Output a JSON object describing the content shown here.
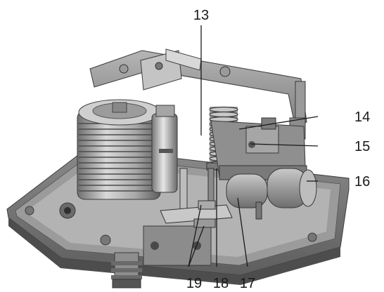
{
  "figure": {
    "callouts": {
      "c13": "13",
      "c14": "14",
      "c15": "15",
      "c16": "16",
      "c17": "17",
      "c18": "18",
      "c19": "19"
    }
  }
}
